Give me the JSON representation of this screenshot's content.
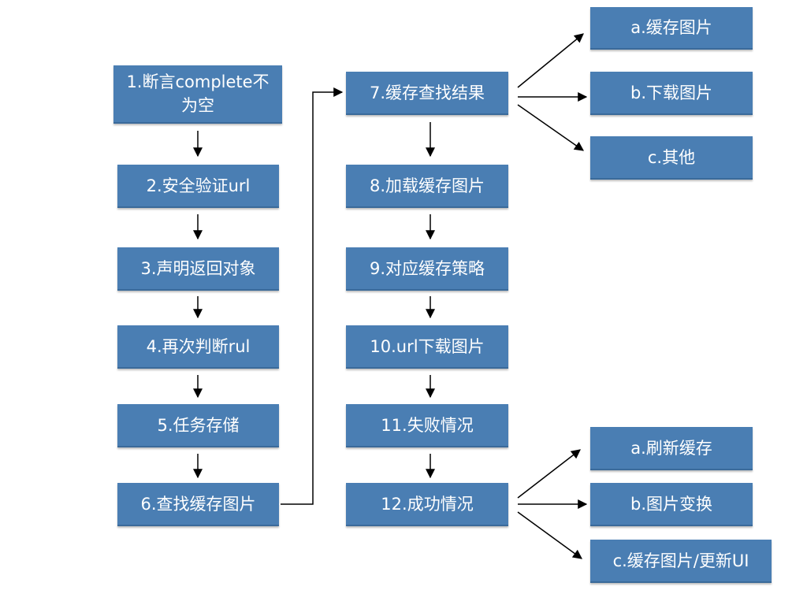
{
  "diagram": {
    "left_column": {
      "step1": "1.断言complete不为空",
      "step2": "2.安全验证url",
      "step3": "3.声明返回对象",
      "step4": "4.再次判断rul",
      "step5": "5.任务存储",
      "step6": "6.查找缓存图片"
    },
    "middle_column": {
      "step7": "7.缓存查找结果",
      "step8": "8.加载缓存图片",
      "step9": "9.对应缓存策略",
      "step10": "10.url下载图片",
      "step11": "11.失败情况",
      "step12": "12.成功情况"
    },
    "cache_result_branches": {
      "a": "a.缓存图片",
      "b": "b.下载图片",
      "c": "c.其他"
    },
    "success_branches": {
      "a": "a.刷新缓存",
      "b": "b.图片变换",
      "c": "c.缓存图片/更新UI"
    }
  },
  "colors": {
    "box_fill": "#4a7eb3",
    "box_text": "#ffffff",
    "arrow": "#000000",
    "background": "#ffffff"
  }
}
